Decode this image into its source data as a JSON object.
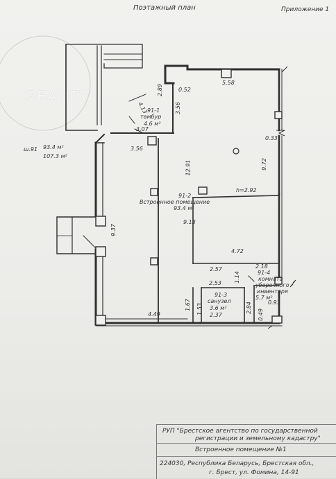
{
  "header": {
    "title": "Поэтажный план",
    "appendix": "Приложение 1"
  },
  "watermark": "REALITY",
  "summary": {
    "unit": "ш.91",
    "area_1": "93.4 м²",
    "area_2": "107.3 м²"
  },
  "rooms": [
    {
      "number": "91-1",
      "name": "тамбур",
      "area": "4.6 м²"
    },
    {
      "number": "91-2",
      "name": "Встроенное помещение",
      "area": "93.4 м²"
    },
    {
      "number": "91-3",
      "name": "санузел",
      "area": "3.6 м²"
    },
    {
      "number": "91-4",
      "name_1": "комната",
      "name_2": "уборочного",
      "name_3": "инвентаря",
      "area": "5.7 м²"
    }
  ],
  "dimensions": {
    "d_0_52": "0.52",
    "d_5_58": "5.58",
    "d_2_89": "2.89",
    "d_3_56_v": "3.56",
    "d_4_13": "4.13",
    "d_3_07": "3.07",
    "d_0_33": "0.33",
    "d_3_56_h": "3.56",
    "d_12_91": "12.91",
    "d_9_72": "9.72",
    "d_h_2_92": "h=2.92",
    "d_9_37": "9.37",
    "d_9_13": "9.13",
    "d_4_72": "4.72",
    "d_2_57": "2.57",
    "d_2_18": "2.18",
    "d_2_53": "2.53",
    "d_1_14": "1.14",
    "d_0_93": "0.93",
    "d_1_67": "1.67",
    "d_1_53": "1.53",
    "d_2_84": "2.84",
    "d_0_49": "0.49",
    "d_4_49": "4.49",
    "d_2_37": "2.37"
  },
  "stamp": {
    "org_line_1": "РУП \"Брестское агентство по государственной",
    "org_line_2": "регистрации и земельному кадастру\"",
    "object": "Встроенное помещение №1",
    "address_1": "224030, Республика Беларусь, Брестская обл.,",
    "address_2": "г. Брест, ул. Фомина, 14-91"
  }
}
